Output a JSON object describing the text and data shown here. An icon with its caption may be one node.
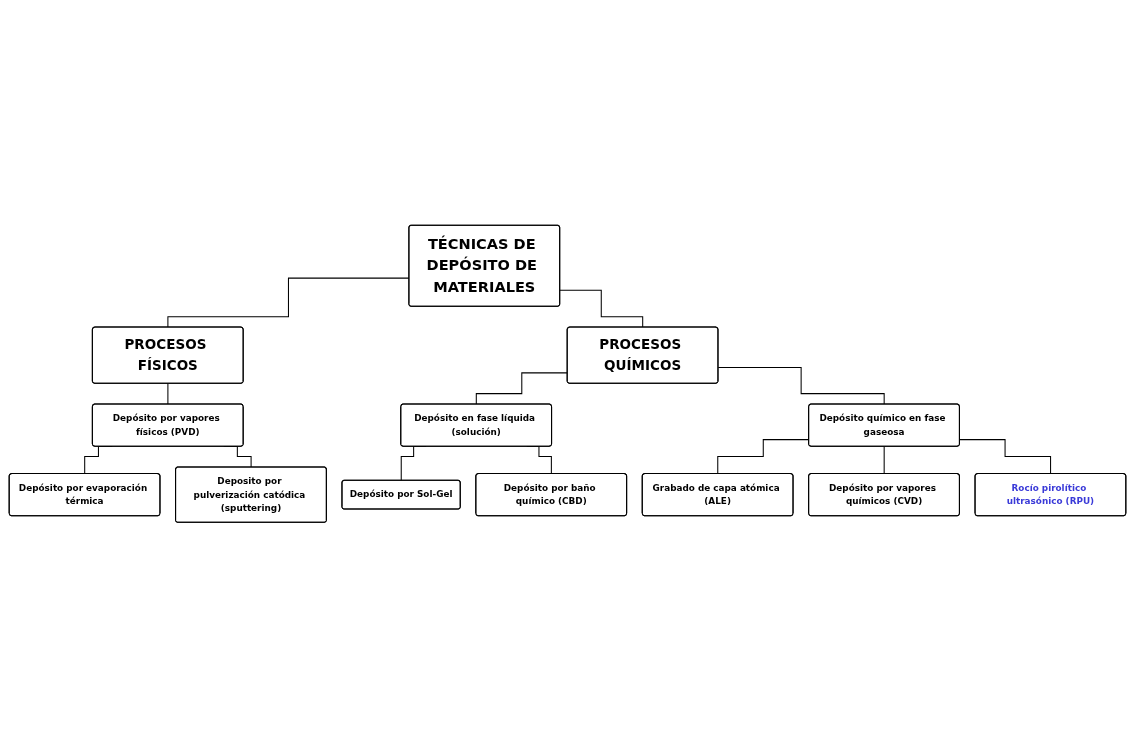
{
  "diagram": {
    "nodes": [
      {
        "text": [
          "TÉCNICAS DE DEPÓSITO DE MATERIALES"
        ]
      },
      {
        "text": [
          "PROCESOS FÍSICOS"
        ]
      },
      {
        "text": [
          "PROCESOS QUÍMICOS"
        ]
      },
      {
        "text": [
          "Depósito por vapores físicos (PVD)"
        ]
      },
      {
        "text": [
          "Depósito por evaporación térmica"
        ]
      },
      {
        "text": [
          "Deposito por pulverización catódica (sputtering)"
        ]
      },
      {
        "text": [
          "Depósito en fase líquida (solución)"
        ]
      },
      {
        "text": [
          "Depósito por Sol-Gel"
        ]
      },
      {
        "text": [
          "Depósito por baño químico (CBD)"
        ]
      },
      {
        "text": [
          "Depósito químico en fase gaseosa"
        ]
      },
      {
        "text": [
          "Grabado de capa atómica (ALE)"
        ]
      },
      {
        "text": [
          "Depósito por vapores químicos (CVD)"
        ]
      },
      {
        "text": [
          "Rocío pirolítico ultrasónico (RPU)"
        ]
      }
    ],
    "edges": [
      {
        "from": 0,
        "to": 1,
        "arrow": "none"
      },
      {
        "from": 0,
        "to": 2,
        "arrow": "none"
      },
      {
        "from": 1,
        "to": 3,
        "arrow": "none"
      },
      {
        "from": 3,
        "to": 4,
        "arrow": "none"
      },
      {
        "from": 3,
        "to": 5,
        "arrow": "none"
      },
      {
        "from": 2,
        "to": 6,
        "arrow": "none"
      },
      {
        "from": 6,
        "to": 7,
        "arrow": "none"
      },
      {
        "from": 6,
        "to": 8,
        "arrow": "none"
      },
      {
        "from": 2,
        "to": 9,
        "arrow": "none"
      },
      {
        "from": 9,
        "to": 10,
        "arrow": "none"
      },
      {
        "from": 9,
        "to": 11,
        "arrow": "none"
      },
      {
        "from": 9,
        "to": 12,
        "arrow": "none"
      }
    ]
  }
}
